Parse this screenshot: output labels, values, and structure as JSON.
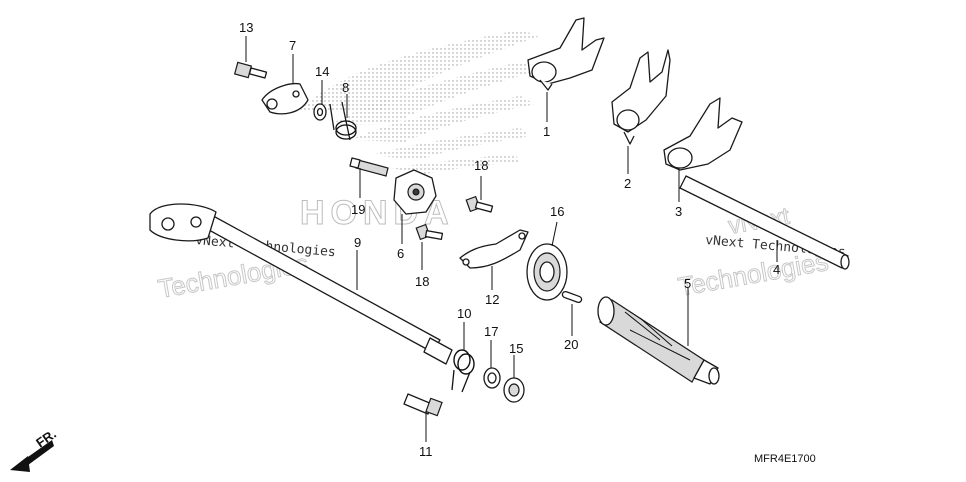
{
  "diagram": {
    "logo_text": "HONDA",
    "watermark": {
      "line1": "vNext Technologies",
      "line2": "Technologies",
      "line_vnext": "vNext"
    },
    "drawing_code": "MFR4E1700",
    "direction_label": "FR.",
    "callouts": [
      {
        "id": "c1",
        "label": "1"
      },
      {
        "id": "c2",
        "label": "2"
      },
      {
        "id": "c3",
        "label": "3"
      },
      {
        "id": "c4",
        "label": "4"
      },
      {
        "id": "c5",
        "label": "5"
      },
      {
        "id": "c6",
        "label": "6"
      },
      {
        "id": "c7",
        "label": "7"
      },
      {
        "id": "c8",
        "label": "8"
      },
      {
        "id": "c9",
        "label": "9"
      },
      {
        "id": "c10",
        "label": "10"
      },
      {
        "id": "c11",
        "label": "11"
      },
      {
        "id": "c12",
        "label": "12"
      },
      {
        "id": "c13",
        "label": "13"
      },
      {
        "id": "c14",
        "label": "14"
      },
      {
        "id": "c15",
        "label": "15"
      },
      {
        "id": "c16",
        "label": "16"
      },
      {
        "id": "c17",
        "label": "17"
      },
      {
        "id": "c18a",
        "label": "18"
      },
      {
        "id": "c18b",
        "label": "18"
      },
      {
        "id": "c19",
        "label": "19"
      },
      {
        "id": "c20",
        "label": "20"
      }
    ]
  }
}
